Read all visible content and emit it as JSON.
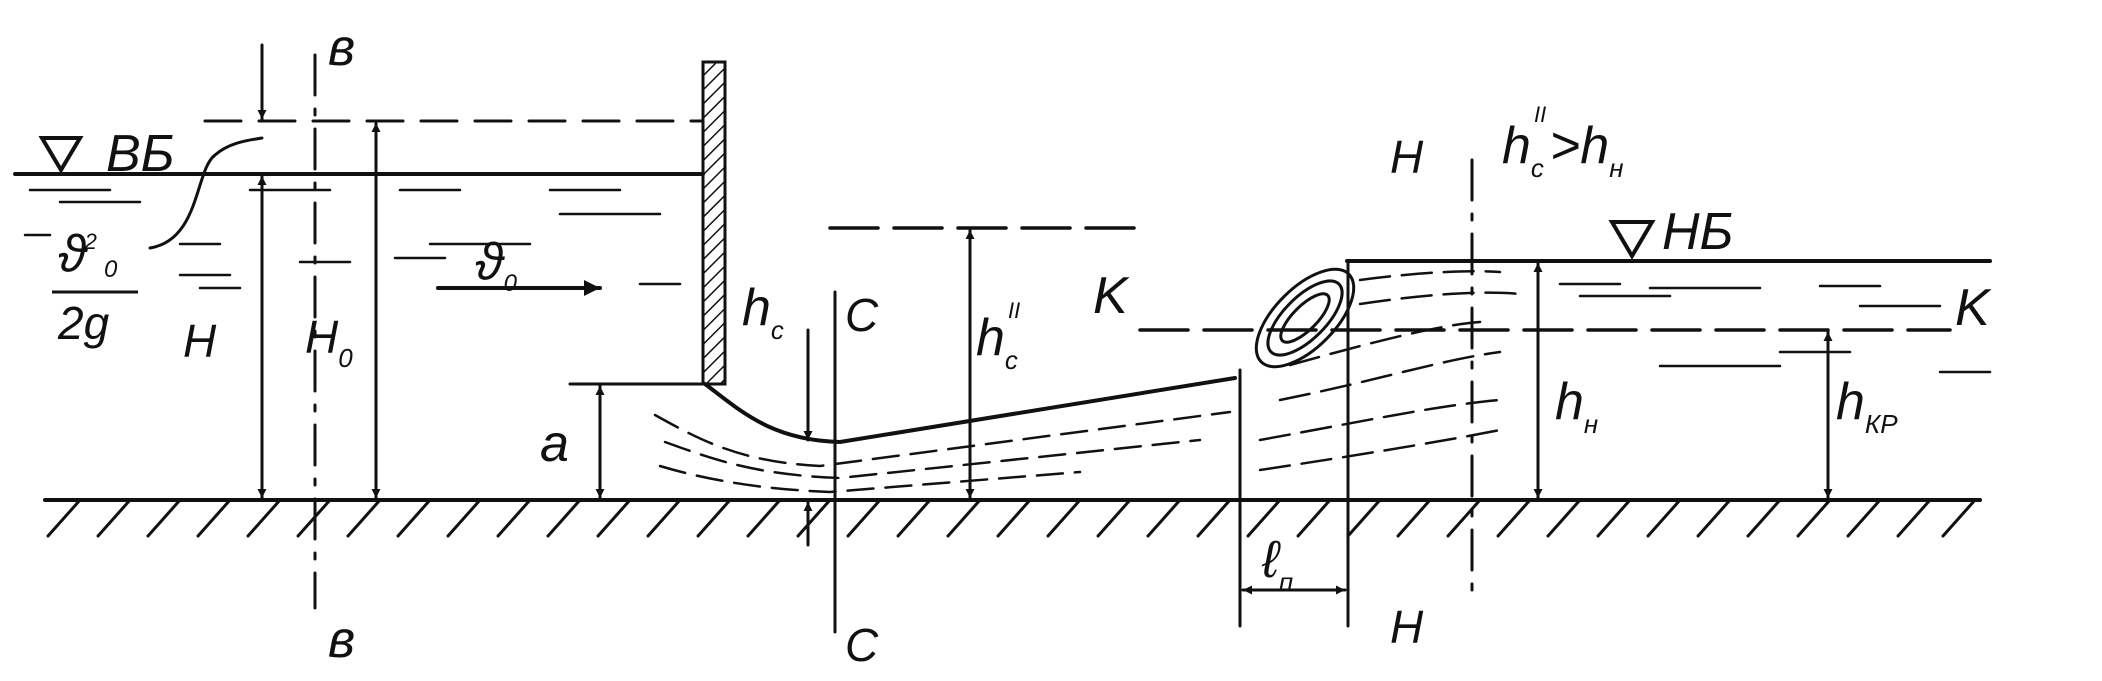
{
  "labels": {
    "section_v_top": "в",
    "section_v_bottom": "в",
    "upstream_level": "ВБ",
    "velocity_head_num": "ϑ",
    "velocity_head_sup": "2",
    "velocity_head_sub": "0",
    "velocity_head_den": "2g",
    "head_H": "H",
    "head_H0_main": "H",
    "head_H0_sub": "0",
    "velocity_main": "ϑ",
    "velocity_sub": "0",
    "gate_opening": "a",
    "hc_main": "h",
    "hc_sub": "c",
    "section_c_top": "C",
    "section_c_bottom": "C",
    "hc2_main": "h",
    "hc2_sub": "c",
    "hc2_sup": "II",
    "critical_line_left": "K",
    "critical_line_right": "K",
    "section_n_top": "H",
    "section_n_bottom": "H",
    "condition_h": "h",
    "condition_c": "c",
    "condition_sup": "II",
    "condition_gt": ">",
    "condition_h2": "h",
    "condition_n": "н",
    "downstream_level": "НБ",
    "hn_main": "h",
    "hn_sub": "н",
    "hkr_main": "h",
    "hkr_sub": "КР",
    "roller_len_main": "ℓ",
    "roller_len_sub": "п"
  }
}
